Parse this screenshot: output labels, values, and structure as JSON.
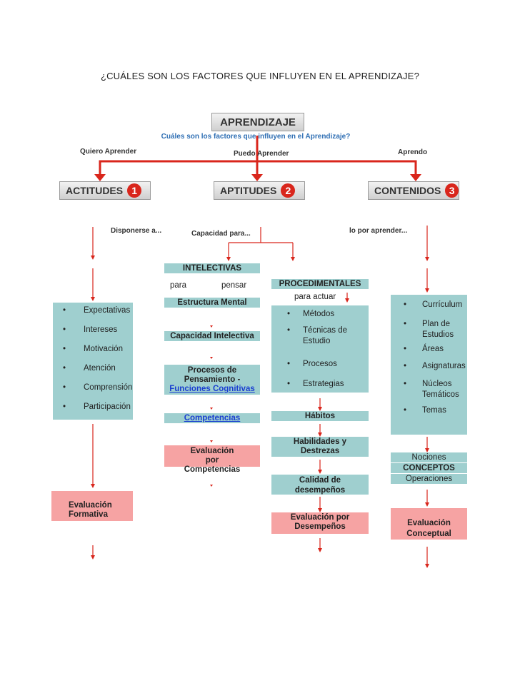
{
  "title": "¿CUÁLES SON LOS FACTORES QUE INFLUYEN EN EL APRENDIZAJE?",
  "top": {
    "main": "APRENDIZAJE",
    "question": "Cuáles son los factores que influyen en el Aprendizaje?",
    "branches": [
      "Quiero Aprender",
      "Puedo Aprender",
      "Aprendo"
    ]
  },
  "categories": [
    {
      "label": "ACTITUDES",
      "num": "1",
      "sub": "Disponerse a..."
    },
    {
      "label": "APTITUDES",
      "num": "2",
      "sub": "Capacidad para..."
    },
    {
      "label": "CONTENIDOS",
      "num": "3",
      "sub": "lo por aprender..."
    }
  ],
  "actitudes": {
    "items": [
      "Expectativas",
      "Intereses",
      "Motivación",
      "Atención",
      "Comprensión",
      "Participación"
    ],
    "evaluation": "Evaluación Formativa"
  },
  "intelectivas": {
    "header": "INTELECTIVAS",
    "sub_left": "para",
    "sub_right": "pensar",
    "steps": [
      "Estructura Mental",
      "Capacidad Intelectiva"
    ],
    "procesos_line1": "Procesos de",
    "procesos_line2": "Pensamiento -",
    "procesos_link": "Funciones Cognitivas",
    "competencias": "Competencias",
    "evaluation": "Evaluación por Competencias"
  },
  "procedimentales": {
    "header": "PROCEDIMENTALES",
    "sub": "para actuar",
    "items": [
      "Métodos",
      "Técnicas de Estudio",
      "Procesos",
      "Estrategias"
    ],
    "steps": [
      "Hábitos",
      "Habilidades y Destrezas",
      "Calidad de desempeños"
    ],
    "evaluation": "Evaluación por Desempeños"
  },
  "contenidos": {
    "items": [
      "Currículum",
      "Plan de Estudios",
      "Áreas",
      "Asignaturas",
      "Núcleos Temáticos",
      "Temas"
    ],
    "conceptos": [
      "Nociones",
      "CONCEPTOS",
      "Operaciones"
    ],
    "evaluation": "Evaluación Conceptual"
  },
  "colors": {
    "teal": "#9fcfcf",
    "pink": "#f6a3a3",
    "red_accent": "#d9261c",
    "question_blue": "#2f6fb4",
    "link_blue": "#1a3fd0"
  }
}
